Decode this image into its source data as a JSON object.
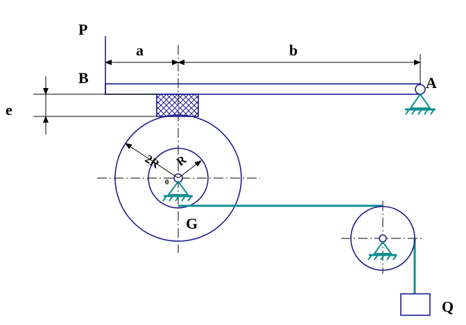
{
  "labels": {
    "P": "P",
    "B": "B",
    "A": "A",
    "a": "a",
    "b": "b",
    "e": "e",
    "R2": "2R",
    "R": "R",
    "O": "0",
    "G": "G",
    "Q": "Q"
  },
  "colors": {
    "ink": "#1a1a8c",
    "support": "#0f8f8f",
    "hatch": "#1a1a8c",
    "text": "#000000"
  }
}
